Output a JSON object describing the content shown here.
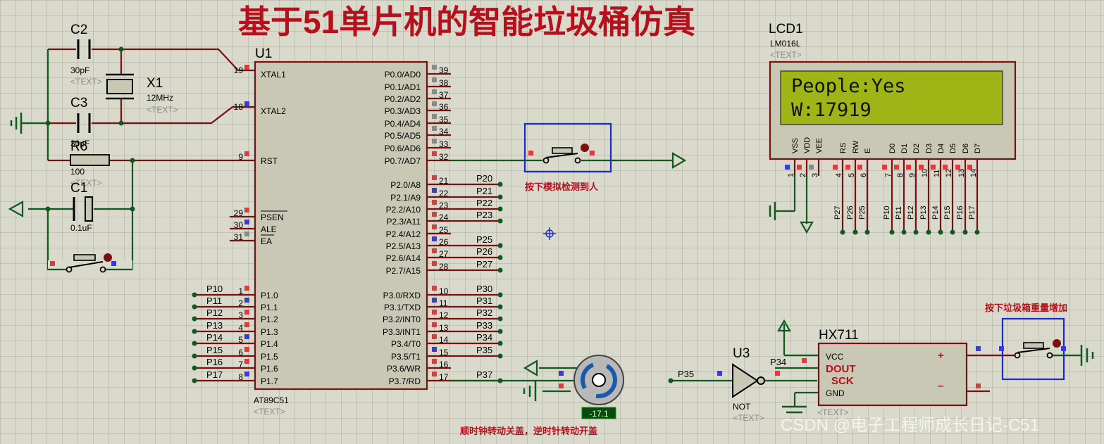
{
  "title": "基于51单片机的智能垃圾桶仿真",
  "colors": {
    "wire": "#7a1010",
    "green": "#0f5a1f",
    "chip": "#c8c8b4",
    "lcd": "#9eb515",
    "mark_red": "#e23a3a",
    "mark_blue": "#3a3ad8",
    "mark_gray": "#8a8a8a",
    "sel": "#1a2bc7"
  },
  "components": {
    "c2": {
      "ref": "C2",
      "value": "30pF",
      "text": "<TEXT>"
    },
    "c3": {
      "ref": "C3",
      "value": "30pF",
      "text": "<TEXT>"
    },
    "x1": {
      "ref": "X1",
      "value": "12MHz",
      "text": "<TEXT>"
    },
    "r6": {
      "ref": "R6",
      "value": "100",
      "text": "<TEXT>"
    },
    "c1": {
      "ref": "C1",
      "value": "0.1uF",
      "text": "<TEXT>"
    },
    "u1": {
      "ref": "U1",
      "part": "AT89C51",
      "text": "<TEXT>"
    },
    "lcd1": {
      "ref": "LCD1",
      "part": "LM016L",
      "text": "<TEXT>"
    },
    "u3": {
      "ref": "U3",
      "part": "NOT",
      "text": "<TEXT>"
    },
    "hx": {
      "ref": "HX711",
      "text": "<TEXT>"
    }
  },
  "u1_left": [
    {
      "num": "19",
      "name": "XTAL1"
    },
    {
      "num": "18",
      "name": "XTAL2"
    },
    {
      "num": "9",
      "name": "RST"
    },
    {
      "num": "29",
      "name": "PSEN"
    },
    {
      "num": "30",
      "name": "ALE"
    },
    {
      "num": "31",
      "name": "EA"
    },
    {
      "num": "1",
      "name": "P1.0",
      "net": "P10"
    },
    {
      "num": "2",
      "name": "P1.1",
      "net": "P11"
    },
    {
      "num": "3",
      "name": "P1.2",
      "net": "P12"
    },
    {
      "num": "4",
      "name": "P1.3",
      "net": "P13"
    },
    {
      "num": "5",
      "name": "P1.4",
      "net": "P14"
    },
    {
      "num": "6",
      "name": "P1.5",
      "net": "P15"
    },
    {
      "num": "7",
      "name": "P1.6",
      "net": "P16"
    },
    {
      "num": "8",
      "name": "P1.7",
      "net": "P17"
    }
  ],
  "u1_right": [
    {
      "num": "39",
      "name": "P0.0/AD0"
    },
    {
      "num": "38",
      "name": "P0.1/AD1"
    },
    {
      "num": "37",
      "name": "P0.2/AD2"
    },
    {
      "num": "36",
      "name": "P0.3/AD3"
    },
    {
      "num": "35",
      "name": "P0.4/AD4"
    },
    {
      "num": "34",
      "name": "P0.5/AD5"
    },
    {
      "num": "33",
      "name": "P0.6/AD6"
    },
    {
      "num": "32",
      "name": "P0.7/AD7"
    },
    {
      "num": "21",
      "name": "P2.0/A8",
      "net": "P20"
    },
    {
      "num": "22",
      "name": "P2.1/A9",
      "net": "P21"
    },
    {
      "num": "23",
      "name": "P2.2/A10",
      "net": "P22"
    },
    {
      "num": "24",
      "name": "P2.3/A11",
      "net": "P23"
    },
    {
      "num": "25",
      "name": "P2.4/A12"
    },
    {
      "num": "26",
      "name": "P2.5/A13",
      "net": "P25"
    },
    {
      "num": "27",
      "name": "P2.6/A14",
      "net": "P26"
    },
    {
      "num": "28",
      "name": "P2.7/A15",
      "net": "P27"
    },
    {
      "num": "10",
      "name": "P3.0/RXD",
      "net": "P30"
    },
    {
      "num": "11",
      "name": "P3.1/TXD",
      "net": "P31"
    },
    {
      "num": "12",
      "name": "P3.2/INT0",
      "net": "P32"
    },
    {
      "num": "13",
      "name": "P3.3/INT1",
      "net": "P33"
    },
    {
      "num": "14",
      "name": "P3.4/T0",
      "net": "P34"
    },
    {
      "num": "15",
      "name": "P3.5/T1",
      "net": "P35"
    },
    {
      "num": "16",
      "name": "P3.6/WR"
    },
    {
      "num": "17",
      "name": "P3.7/RD",
      "net": "P37"
    }
  ],
  "lcd": {
    "line1": "People:Yes",
    "line2": "W:17919",
    "pins": [
      {
        "name": "VSS",
        "num": "1"
      },
      {
        "name": "VDD",
        "num": "2"
      },
      {
        "name": "VEE",
        "num": "3"
      },
      {
        "name": "RS",
        "num": "4",
        "net": "P27"
      },
      {
        "name": "RW",
        "num": "5",
        "net": "P26"
      },
      {
        "name": "E",
        "num": "6",
        "net": "P25"
      },
      {
        "name": "D0",
        "num": "7",
        "net": "P10"
      },
      {
        "name": "D1",
        "num": "8",
        "net": "P11"
      },
      {
        "name": "D2",
        "num": "9",
        "net": "P12"
      },
      {
        "name": "D3",
        "num": "10",
        "net": "P13"
      },
      {
        "name": "D4",
        "num": "11",
        "net": "P14"
      },
      {
        "name": "D5",
        "num": "12",
        "net": "P15"
      },
      {
        "name": "D6",
        "num": "13",
        "net": "P16"
      },
      {
        "name": "D7",
        "num": "14",
        "net": "P17"
      }
    ]
  },
  "hx711": {
    "pins": [
      "VCC",
      "DOUT",
      "SCK",
      "GND"
    ],
    "plus": "+",
    "minus": "–",
    "net_p34": "P34",
    "net_p35": "P35"
  },
  "motor": {
    "net": "P37",
    "readout": "-17.1"
  },
  "captions": {
    "person": "按下模拟检测到人",
    "weight": "按下垃圾箱重量增加",
    "motor": "顺时钟转动关盖，逆时针转动开盖"
  },
  "watermark": "CSDN @电子工程师成长日记-C51"
}
